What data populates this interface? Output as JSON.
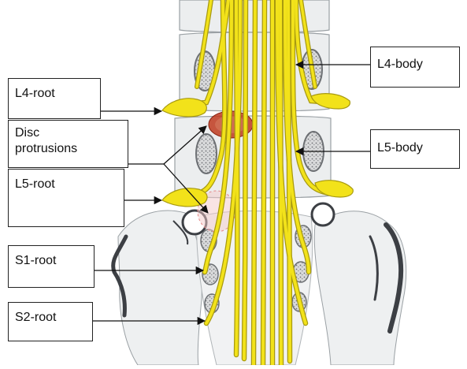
{
  "labels": {
    "l4_root": "L4-root",
    "disc_line1": "Disc",
    "disc_line2": "protrusions",
    "l5_root": "L5-root",
    "s1_root": "S1-root",
    "s2_root": "S2-root",
    "l4_body": "L4-body",
    "l5_body": "L5-body"
  },
  "colors": {
    "nerve": "#f2e21a",
    "nerve_outline": "#a89a10",
    "bone_fill": "#eceeef",
    "bone_line": "#9aa0a4",
    "disc_protrusion": "#c0391f",
    "pelvis_dark": "#3c3f44",
    "arrow": "#111111"
  }
}
